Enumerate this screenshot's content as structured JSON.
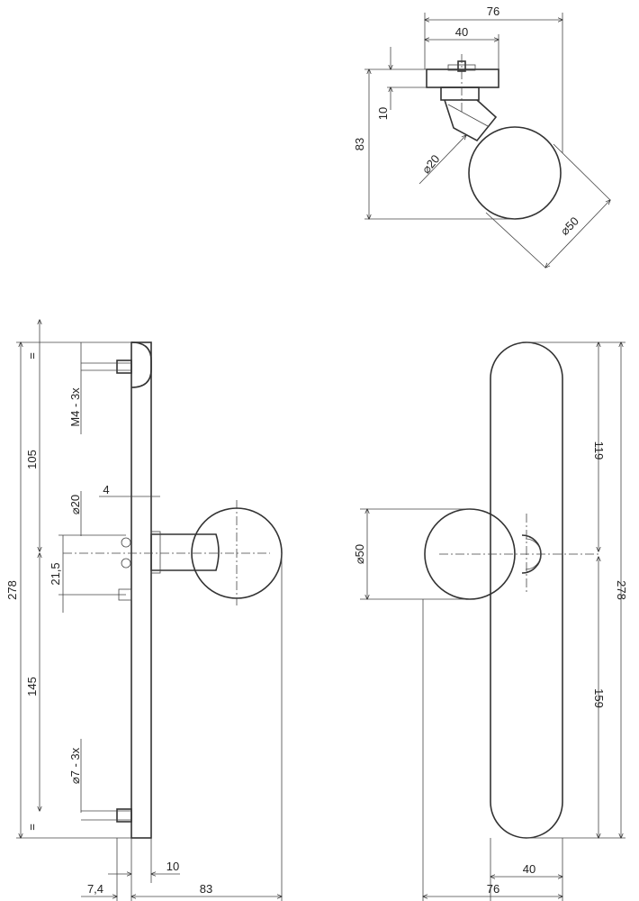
{
  "top_view": {
    "width_total": "76",
    "width_rose": "40",
    "height_rose": "10",
    "height_total": "83",
    "neck_diameter": "⌀20",
    "knob_diameter": "⌀50"
  },
  "side_view": {
    "thread_label": "M4 - 3x",
    "upper_distance": "105",
    "total_height": "278",
    "lower_distance": "145",
    "equal_mark_top": "=",
    "equal_mark_bottom": "=",
    "neck_diameter": "⌀20",
    "spacing_4": "4",
    "spacing_21_5": "21,5",
    "hole_label": "⌀7 - 3x",
    "rose_thickness": "10",
    "base_offset": "7,4",
    "projection": "83"
  },
  "front_view": {
    "knob_diameter": "⌀50",
    "upper_height": "119",
    "total_height": "278",
    "lower_height": "159",
    "plate_width": "40",
    "overall_width": "76"
  }
}
